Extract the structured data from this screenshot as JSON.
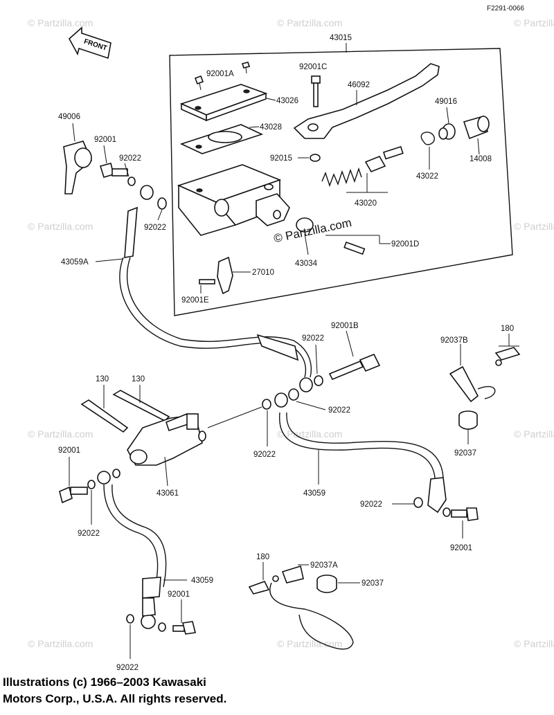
{
  "figure_code": "F2291-0066",
  "front_label": "FRONT",
  "watermark": "© Partzilla.com",
  "watermark_tile": "© Partzilla.com",
  "copyright_line1": "Illustrations (c) 1966–2003 Kawasaki",
  "copyright_line2": "Motors Corp., U.S.A.  All rights reserved.",
  "parts": {
    "p43015": "43015",
    "p92001C": "92001C",
    "p46092": "46092",
    "p92001A": "92001A",
    "p43026": "43026",
    "p43028": "43028",
    "p49016": "49016",
    "p49006": "49006",
    "p92001_top": "92001",
    "p92022_top": "92022",
    "p92015": "92015",
    "p43022": "43022",
    "p14008": "14008",
    "p43020": "43020",
    "p92022_mid": "92022",
    "p92001D": "92001D",
    "p43034": "43034",
    "p43059A": "43059A",
    "p27010": "27010",
    "p92001E": "92001E",
    "p92001B": "92001B",
    "p92022_b": "92022",
    "p180_top": "180",
    "p92037B": "92037B",
    "p130_a": "130",
    "p130_b": "130",
    "p92022_c": "92022",
    "p92022_d": "92022",
    "p92037_top": "92037",
    "p92001_left": "92001",
    "p43061": "43061",
    "p43059_mid": "43059",
    "p92022_e": "92022",
    "p92022_left": "92022",
    "p92001_right": "92001",
    "p180_bot": "180",
    "p92037A": "92037A",
    "p43059_low": "43059",
    "p92037_bot": "92037",
    "p92001_low": "92001",
    "p92022_low": "92022"
  }
}
